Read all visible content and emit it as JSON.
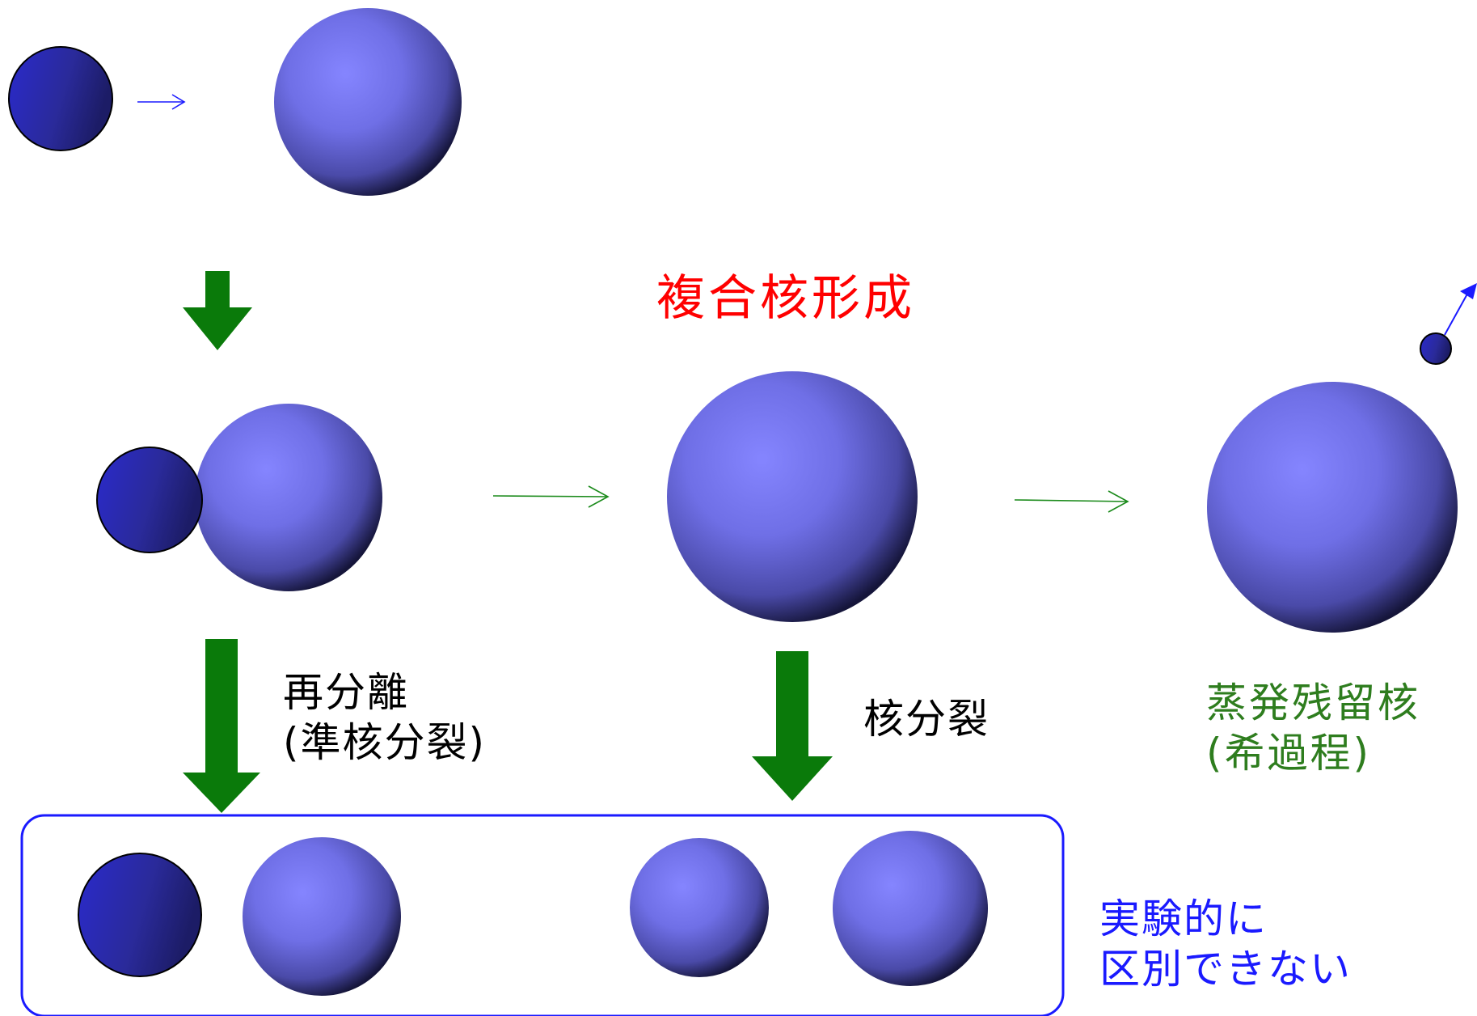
{
  "labels": {
    "compound_nucleus": "複合核形成",
    "reseparation_line1": "再分離",
    "reseparation_line2": "(準核分裂)",
    "fission": "核分裂",
    "evaporation_line1": "蒸発残留核",
    "evaporation_line2": "(希過程)",
    "indistinct_line1": "実験的に",
    "indistinct_line2": "区別できない"
  },
  "colors": {
    "compound_label": "#ff0000",
    "evaporation_label": "#2e7d1e",
    "indistinct_label": "#1a1aff",
    "green_arrow": "#0a7a0a",
    "thin_green_arrow": "#1a8a1a",
    "thin_blue_arrow": "#1a1aff",
    "box_border": "#1a1aff",
    "projectile_dark": "#2a2aa0",
    "target_light": "#8080ff"
  }
}
